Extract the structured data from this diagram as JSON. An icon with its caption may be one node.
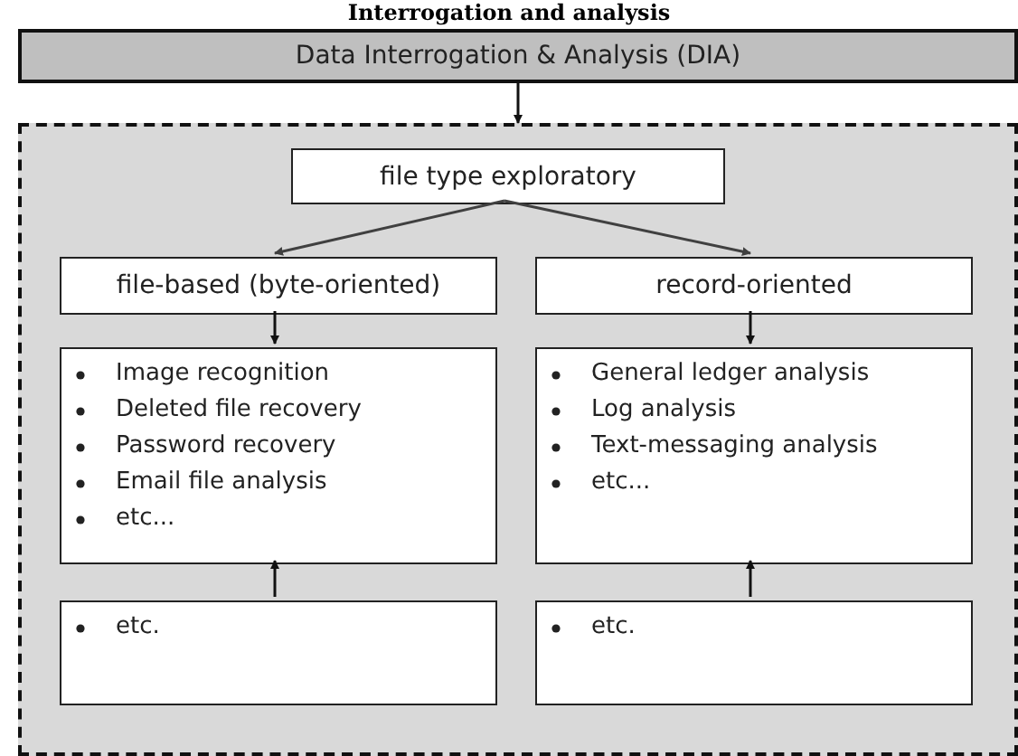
{
  "diagram": {
    "title": "Interrogation and analysis",
    "nodes": [
      {
        "text": [
          "Data Interrogation & Analysis (DIA)"
        ]
      },
      {
        "text": [],
        "shape": "box"
      },
      {
        "text": [
          "file type exploratory"
        ],
        "in": 1
      },
      {
        "text": [
          "file-based (byte-oriented)"
        ],
        "in": 1
      },
      {
        "text": [
          "record-oriented"
        ],
        "in": 1
      },
      {
        "text": [
          "Image recognition",
          "Deleted file recovery",
          "Password recovery",
          "Email file analysis",
          "etc..."
        ],
        "in": 1
      },
      {
        "text": [
          "General ledger analysis",
          "Log analysis",
          "Text-messaging analysis",
          "etc..."
        ],
        "in": 1
      },
      {
        "text": [
          "etc."
        ],
        "in": 1
      },
      {
        "text": [
          "etc."
        ],
        "in": 1
      }
    ],
    "edges": [
      {
        "from": 0,
        "to": 1,
        "arrow": "to"
      },
      {
        "from": 2,
        "to": 3,
        "arrow": "to",
        "color": "#404040"
      },
      {
        "from": 2,
        "to": 4,
        "arrow": "to",
        "color": "#404040"
      },
      {
        "from": 3,
        "to": 5,
        "arrow": "to"
      },
      {
        "from": 4,
        "to": 6,
        "arrow": "to"
      },
      {
        "from": 7,
        "to": 5,
        "arrow": "to"
      },
      {
        "from": 8,
        "to": 6,
        "arrow": "to"
      }
    ]
  }
}
